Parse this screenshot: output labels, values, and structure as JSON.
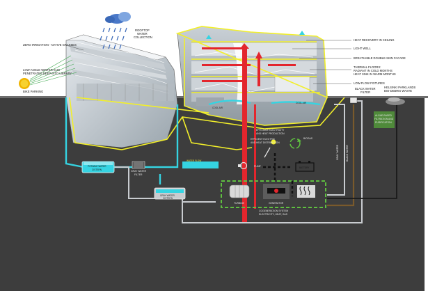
{
  "labels": {
    "rooftop": [
      "ROOFTOP",
      "WATER",
      "COLLECTION"
    ],
    "zero_irrigation": "ZERO IRRIGATION - NATIVE GRASSES",
    "sun_angle": [
      "LOW-ANGLE WINTER SUN",
      "PENETRATES DEEP INTO LIBRARY"
    ],
    "bike_parking": "BIKE PARKING",
    "heat_recovery": "HEAT RECOVERY IN CEILING",
    "light_well": "LIGHT WELL",
    "double_skin": "BREATHABLE DOUBLE-SKIN FACADE",
    "thermal_floors": [
      "THERMAL FLOORS:",
      "RADIANT IN COLD MONTHS",
      "HEAT SINK IN WARM MONTHS"
    ],
    "low_flow": "LOW-FLOW FIXTURES",
    "black_water": [
      "BLACK WATER",
      "FILTER"
    ],
    "helsinki": [
      "HELSINKI PARKLANDS",
      "BIO-DEBRIS WASTE"
    ],
    "cool_air_1": "COOL AIR",
    "cool_air_2": "COOL AIR",
    "algae": [
      "ALGAE-BASED",
      "FILTRATION AND",
      "PURIFICATION"
    ],
    "potable": [
      "POTABLE WATER",
      "CISTERN"
    ],
    "gray_filter": [
      "GRAY WATER",
      "FILTER"
    ],
    "gray_cistern": [
      "GRAY WATER",
      "CISTERN"
    ],
    "pump": "PUMP",
    "battery": "BATTERY",
    "turbine": "TURBINE",
    "generator": "GENERATOR",
    "cogen": [
      "COGENERATION SYSTEM",
      "ELECTRICITY, HEAT, GAS"
    ],
    "eff_1": [
      "EFFICIENT ELECTRICITY",
      "AND HEAT PRODUCTION"
    ],
    "eff_2": [
      "EFFICIENT ELECTRIC",
      "AND HEAT DISTRIBUTION"
    ],
    "biogas": "BIOGAS",
    "water_flow": "WATER FLOW",
    "vert_gray": "GRAY WATER",
    "vert_black": "BLACK WATER"
  },
  "colors": {
    "cyan": "#35d4e2",
    "yellow": "#f2ef2a",
    "green": "#5fbf40",
    "red": "#e3262d",
    "ground": "#3d3d3d",
    "gray_pipe": "#c9ccd0",
    "brown_pipe": "#7a5a2c"
  },
  "icons": [
    "rain-cloud-icon",
    "sun-icon",
    "recycle-icon",
    "heater-icon",
    "pump-icon",
    "battery-icon",
    "switch-icon"
  ]
}
